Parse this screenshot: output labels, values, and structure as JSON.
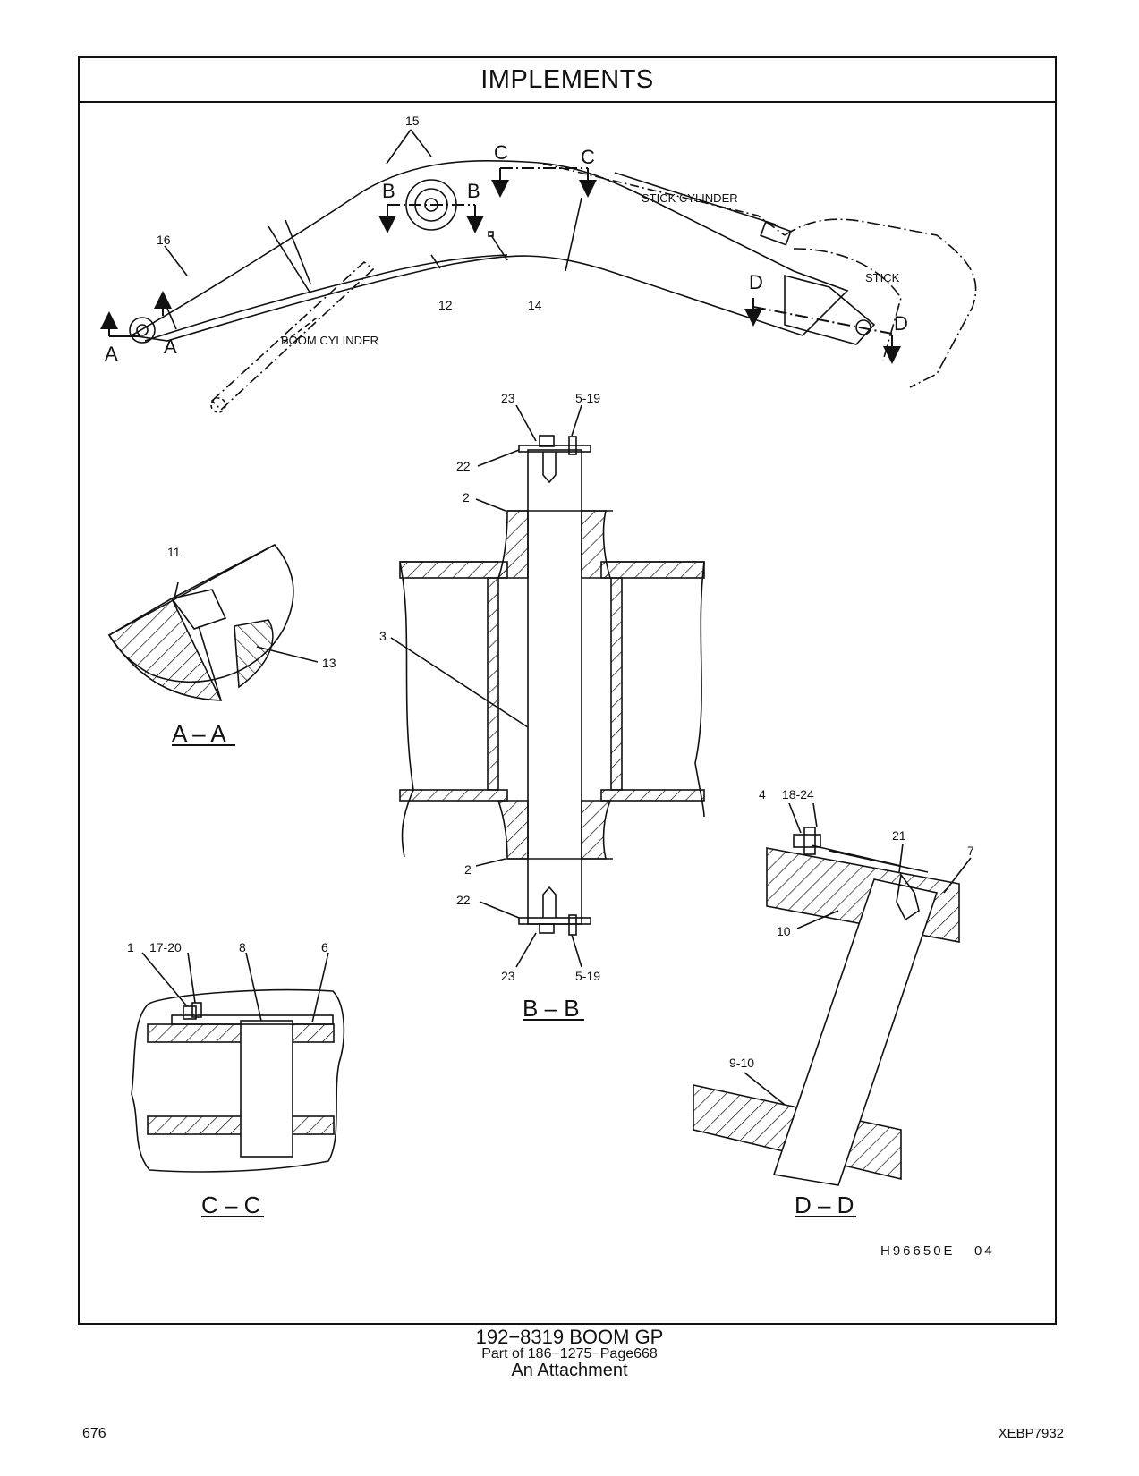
{
  "header": {
    "title": "IMPLEMENTS"
  },
  "views": {
    "main": {
      "callouts": {
        "c15": "15",
        "c16": "16",
        "c12": "12",
        "c14": "14"
      },
      "section_markers": {
        "a": "A",
        "b": "B",
        "c": "C",
        "d": "D"
      },
      "labels": {
        "stick_cylinder": "STICK CYLINDER",
        "stick": "STICK",
        "boom_cylinder": "BOOM CYLINDER"
      }
    },
    "section_aa": {
      "title": "A – A",
      "callouts": {
        "c11": "11",
        "c13": "13"
      }
    },
    "section_bb": {
      "title": "B – B",
      "callouts": {
        "c23": "23",
        "c5_19": "5-19",
        "c22": "22",
        "c2": "2",
        "c3": "3"
      }
    },
    "section_cc": {
      "title": "C – C",
      "callouts": {
        "c1": "1",
        "c17_20": "17-20",
        "c8": "8",
        "c6": "6"
      }
    },
    "section_dd": {
      "title": "D – D",
      "callouts": {
        "c4": "4",
        "c18_24": "18-24",
        "c21": "21",
        "c7": "7",
        "c10": "10",
        "c9_10": "9-10"
      }
    }
  },
  "illustration_id": "H96650E   04",
  "caption": {
    "part": "192−8319  BOOM  GP",
    "part_of": "Part of 186−1275−Page668",
    "note": "An Attachment"
  },
  "footer": {
    "page_number": "676",
    "document_id": "XEBP7932"
  }
}
